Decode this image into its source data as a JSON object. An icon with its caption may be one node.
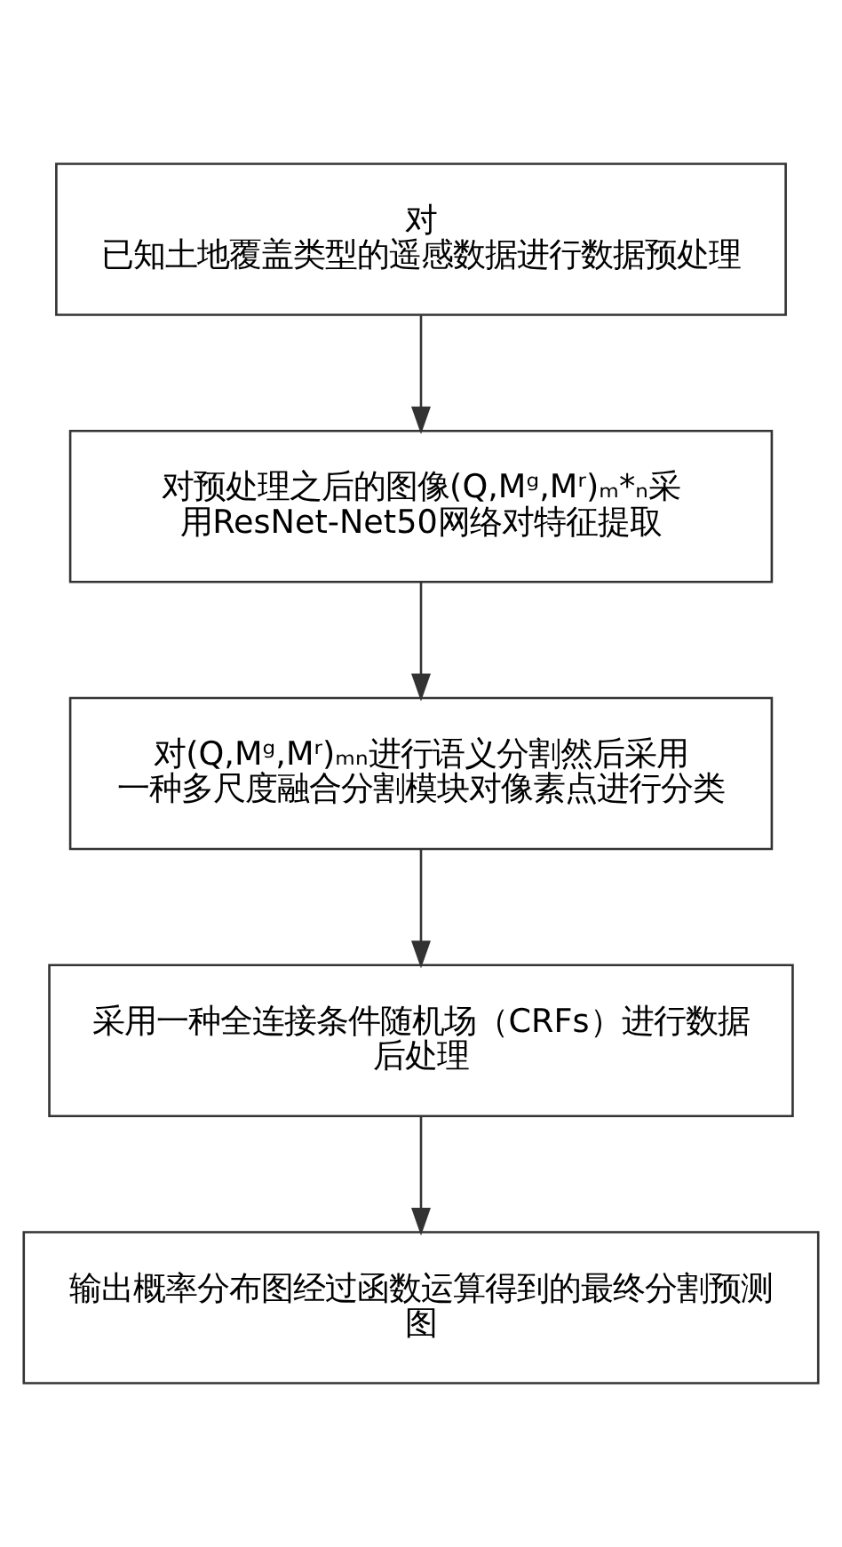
{
  "diagram": {
    "nodes": [
      {
        "text": [
          "对",
          "已知土地覆盖类型的遥感数据进行数据预处理"
        ]
      },
      {
        "text": [
          "对预处理之后的图像(Q,Mᵍ,Mʳ)ₘ*ₙ采用ResNet-Net50网络对特征提取"
        ]
      },
      {
        "text": [
          "对(Q,Mᵍ,Mʳ)ₘₙ进行语义分割然后采用一种多尺度融合分割模块对像素点进行分类"
        ]
      },
      {
        "text": [
          "采用一种全连接条件随机场（CRFs）进行数据后处理"
        ]
      },
      {
        "text": [
          "输出概率分布图经过函数运算得到的最终分割预测图"
        ]
      }
    ],
    "edges": [
      {
        "from": 0,
        "to": 1,
        "arrow": "to"
      },
      {
        "from": 1,
        "to": 2,
        "arrow": "to"
      },
      {
        "from": 2,
        "to": 3,
        "arrow": "to"
      },
      {
        "from": 3,
        "to": 4,
        "arrow": "to"
      }
    ]
  }
}
